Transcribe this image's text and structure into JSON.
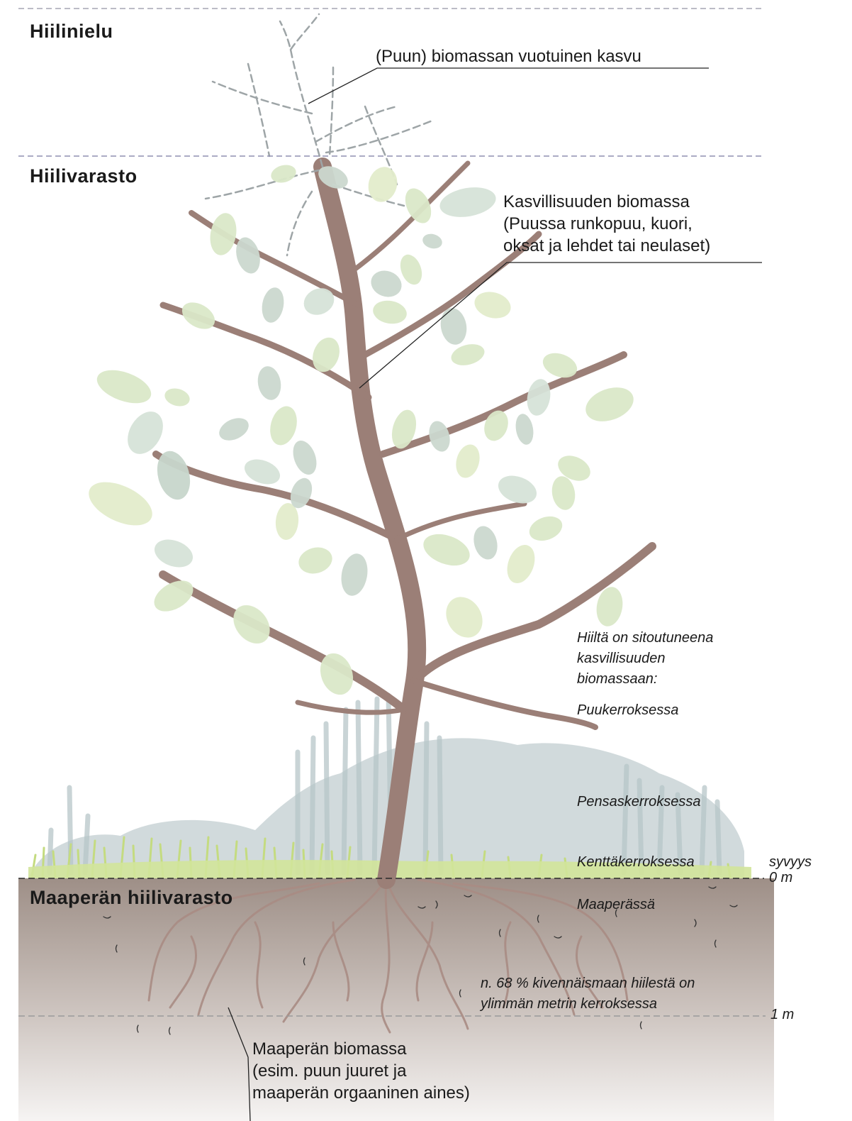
{
  "headings": {
    "sink": "Hiilinielu",
    "storage": "Hiilivarasto",
    "soil_storage": "Maaperän hiilivarasto"
  },
  "callouts": {
    "growth": "(Puun) biomassan vuotuinen kasvu",
    "vegetation": [
      "Kasvillisuuden biomassa",
      "(Puussa runkopuu, kuori,",
      "oksat ja lehdet tai neulaset)"
    ],
    "soil_biomass": [
      "Maaperän biomassa",
      "(esim. puun juuret ja",
      "maaperän orgaaninen aines)"
    ]
  },
  "layers": {
    "intro": [
      "Hiiltä on sitoutuneena",
      "kasvillisuuden",
      "biomassaan:"
    ],
    "tree": "Puukerroksessa",
    "shrub": "Pensaskerroksessa",
    "field": "Kenttäkerroksessa",
    "soil": "Maaperässä",
    "mineral_soil": [
      "n. 68 % kivennäismaan hiilestä on",
      "ylimmän metrin kerroksessa"
    ]
  },
  "depth": {
    "label": "syvyys",
    "zero": "0 m",
    "one": "1 m"
  },
  "colors": {
    "trunk": "#9b7f77",
    "soil_top": "#9e8f87",
    "soil_bottom": "#f3f1ef",
    "leaf_green": "#dbe8c9",
    "leaf_grey": "#ccd8cf",
    "grass_green": "#c9df89",
    "shrub_grey": "#c5d0d2"
  }
}
